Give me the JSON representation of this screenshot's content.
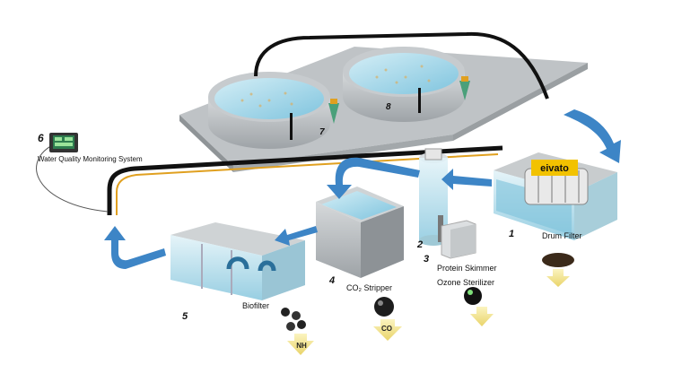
{
  "components": {
    "drum_filter": {
      "number": "1",
      "label": "Drum Filter",
      "brand": "eivato"
    },
    "protein_skimmer": {
      "number": "2",
      "label": "Protein Skimmer"
    },
    "ozone_sterilizer": {
      "number": "3",
      "label": "Ozone Sterilizer"
    },
    "co2_stripper": {
      "number": "4",
      "label": "CO₂ Stripper"
    },
    "biofilter": {
      "number": "5",
      "label": "Biofilter"
    },
    "monitoring": {
      "number": "6",
      "label": "Water Quality Monitoring System"
    },
    "tank_left": {
      "number": "7"
    },
    "tank_right": {
      "number": "8"
    }
  },
  "byproducts": {
    "co2": "CO",
    "nh3": "NH"
  },
  "colors": {
    "flow_arrow": "#3d85c6",
    "water": "#a8dbe9",
    "tank_wall": "#b8bcbf",
    "output_arrow": "#f2e48a",
    "pipe": "#111111",
    "pipe_accent": "#e0a020"
  }
}
